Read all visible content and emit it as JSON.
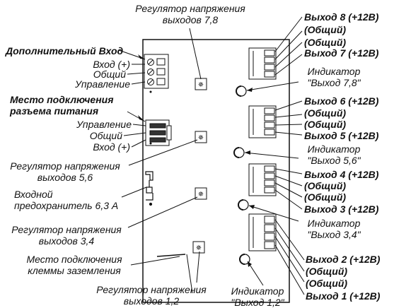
{
  "labels": {
    "reg78_line1": "Регулятор напряжения",
    "reg78_line2": "выходов  7,8",
    "aux_input_title": "Дополнительный Вход",
    "aux_input_plus": "Вход (+)",
    "aux_common": "Общий",
    "aux_control": "Управление",
    "power_conn_line1": "Место подключения",
    "power_conn_line2": "разъема питания",
    "pwr_control": "Управление",
    "pwr_common": "Общий",
    "pwr_input_plus": "Вход (+)",
    "reg56_line1": "Регулятор напряжения",
    "reg56_line2": "выходов  5,6",
    "fuse_line1": "Входной",
    "fuse_line2": "предохранитель 6,3 А",
    "reg34_line1": "Регулятор напряжения",
    "reg34_line2": "выходов  3,4",
    "ground_line1": "Место подключения",
    "ground_line2": "клеммы заземления",
    "reg12_line1": "Регулятор напряжения",
    "reg12_line2": "выходов 1,2",
    "ind12_line1": "Индикатор",
    "ind12_line2": "\"Выход 1,2\"",
    "out8": "Выход 8 (+12В)",
    "common_8": "(Общий)",
    "common_7": "(Общий)",
    "out7": "Выход 7 (+12В)",
    "ind78_line1": "Индикатор",
    "ind78_line2": "\"Выход 7,8\"",
    "out6": "Выход 6 (+12В)",
    "common_6": "(Общий)",
    "common_5": "(Общий)",
    "out5": "Выход 5 (+12В)",
    "ind56_line1": "Индикатор",
    "ind56_line2": "\"Выход 5,6\"",
    "out4": "Выход 4 (+12В)",
    "common_4": "(Общий)",
    "common_3": "(Общий)",
    "out3": "Выход 3 (+12В)",
    "ind34_line1": "Индикатор",
    "ind34_line2": "\"Выход 3,4\"",
    "out2": "Выход 2 (+12В)",
    "common_2": "(Общий)",
    "common_1": "(Общий)",
    "out1": "Выход 1 (+12В)"
  },
  "colors": {
    "line": "#111111",
    "board": "#ffffff"
  }
}
